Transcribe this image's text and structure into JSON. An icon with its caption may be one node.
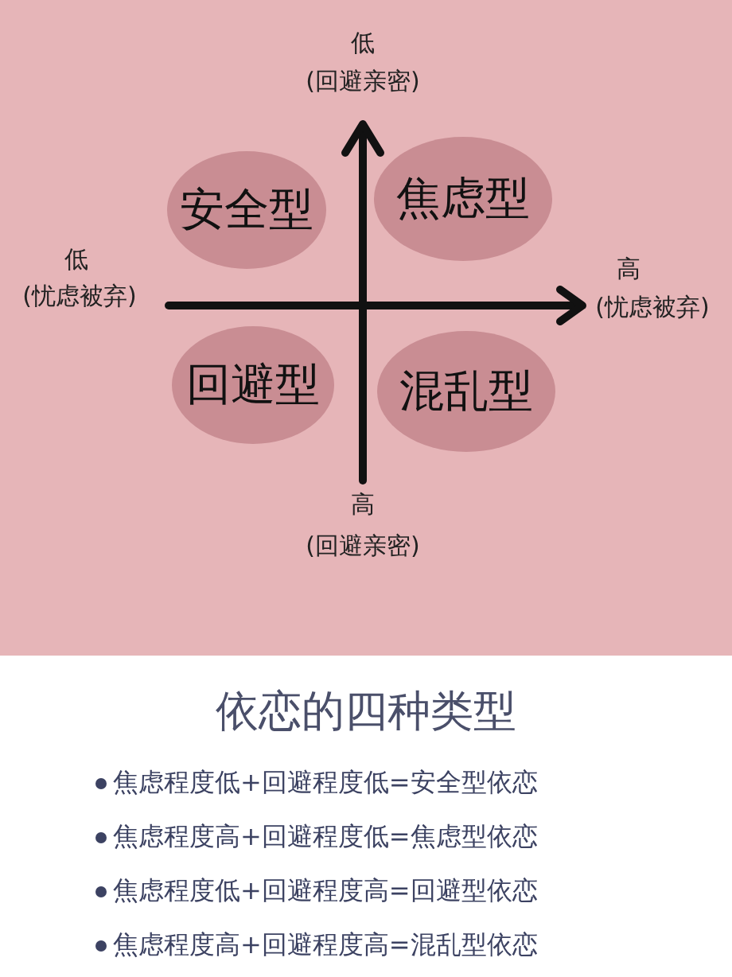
{
  "diagram": {
    "title": "依恋的四种类型",
    "nodes": [
      {
        "text": [
          "安全型"
        ]
      },
      {
        "text": [
          "焦虑型"
        ]
      },
      {
        "text": [
          "回避型"
        ]
      },
      {
        "text": [
          "混乱型"
        ]
      }
    ],
    "labels": [
      "低",
      "(回避亲密)",
      "低",
      "(忧虑被弃)",
      "高",
      "(忧虑被弃)",
      "高",
      "(回避亲密)",
      "焦虑程度低+回避程度低=安全型依恋",
      "焦虑程度高+回避程度低=焦虑型依恋",
      "焦虑程度低+回避程度高=回避型依恋",
      "焦虑程度高+回避程度高=混乱型依恋"
    ]
  }
}
